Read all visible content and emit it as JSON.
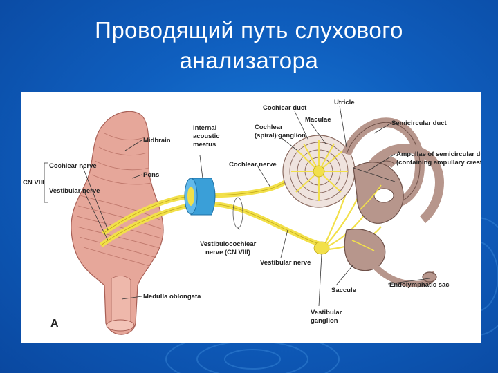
{
  "slide": {
    "title_line1": "Проводящий путь слухового",
    "title_line2": "анализатора"
  },
  "figure": {
    "panel_letter": "A",
    "labels": {
      "midbrain": "Midbrain",
      "pons": "Pons",
      "medulla": "Medulla oblongata",
      "cn_viii": "CN VIII",
      "cochlear_nerve_left": "Cochlear nerve",
      "vestibular_nerve_left": "Vestibular nerve",
      "internal_meatus_1": "Internal",
      "internal_meatus_2": "acoustic",
      "internal_meatus_3": "meatus",
      "cochlear_nerve_mid": "Cochlear nerve",
      "vestibulocochlear_1": "Vestibulocochlear",
      "vestibulocochlear_2": "nerve (CN VIII)",
      "vestibular_nerve_bottom": "Vestibular nerve",
      "cochlear_duct": "Cochlear duct",
      "cochlear_ganglion_1": "Cochlear",
      "cochlear_ganglion_2": "(spiral) ganglion",
      "utricle": "Utricle",
      "maculae": "Maculae",
      "semicircular_duct": "Semicircular duct",
      "ampullae_1": "Ampullae of semicircular ducts",
      "ampullae_2": "(containing ampullary crests)",
      "saccule": "Saccule",
      "endolymphatic_sac": "Endolymphatic sac",
      "vestibular_ganglion_1": "Vestibular",
      "vestibular_ganglion_2": "ganglion"
    }
  },
  "colors": {
    "background": "#0f5fbf",
    "nerve_yellow": "#f2e04a",
    "brainstem_pink": "#e6a79a",
    "labyrinth_taupe": "#b7968c",
    "meatus_blue": "#3a9fd8"
  }
}
